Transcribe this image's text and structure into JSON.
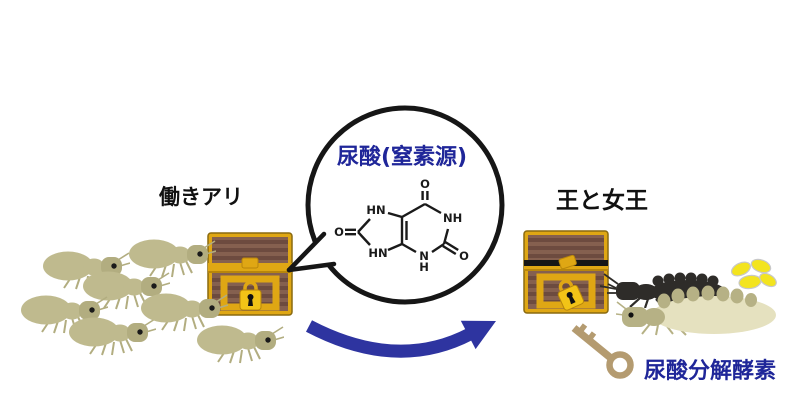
{
  "figure": {
    "workers": {
      "label": "働きアリ",
      "count": 7
    },
    "bubble": {
      "title": "尿酸(窒素源)",
      "molecule": {
        "icon": "uric-acid-structure",
        "atoms": {
          "o_top": "O",
          "nh_right": "NH",
          "o_lower_right": "O",
          "n_bottom": "N",
          "h_bottom": "H",
          "hn_upper_left": "HN",
          "o_left": "O",
          "hn_lower_left": "HN"
        }
      }
    },
    "royals": {
      "label": "王と女王",
      "egg_count": 4
    },
    "enzyme": {
      "label": "尿酸分解酵素"
    }
  },
  "colors": {
    "label-blue": "#1f2699",
    "arrow-blue": "#2e34a0",
    "outline-black": "#161616",
    "chest-gold": "#dfa714",
    "chest-gold-dark": "#b8860b",
    "chest-gold-deep": "#8a6a10",
    "lock-gold": "#f2c317",
    "chest-brown": "#85604f",
    "chest-brown-dark": "#6d4b3f",
    "worker-body": "#bfba8e",
    "worker-head": "#b2ad80",
    "king-black": "#2e2c29",
    "queen-cream": "#e5e1bf",
    "queen-olive": "#b6b185",
    "egg-yellow": "#f3e41f",
    "egg-outline": "#c8c8c8",
    "key-tan": "#b49b70"
  }
}
